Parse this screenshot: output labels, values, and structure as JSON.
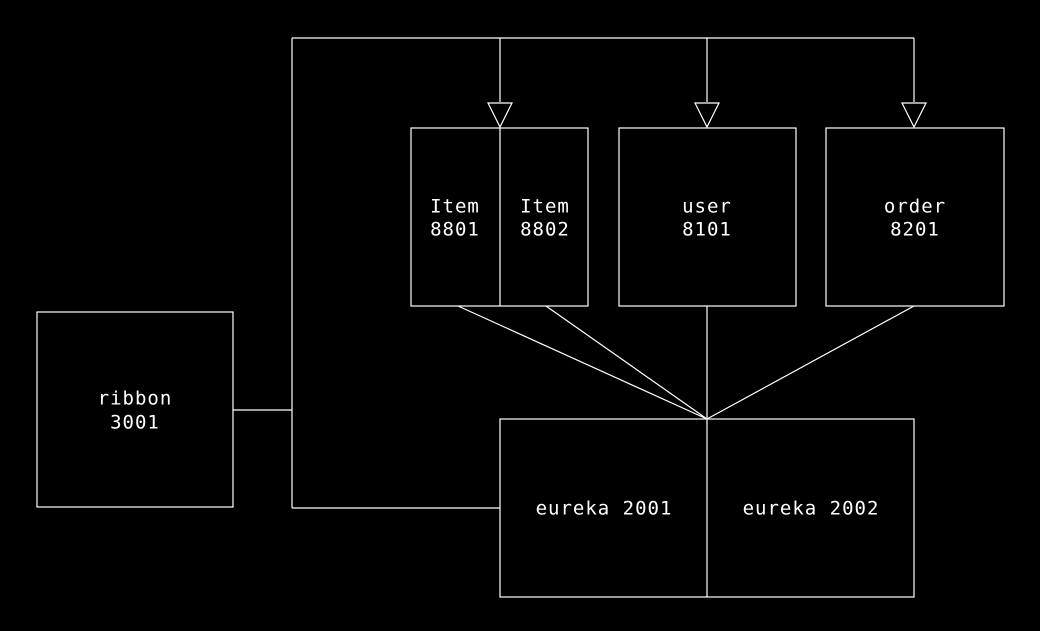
{
  "colors": {
    "background": "#000000",
    "stroke": "#ffffff",
    "text": "#ffffff"
  },
  "nodes": {
    "ribbon": {
      "name": "ribbon",
      "port": "3001"
    },
    "item_8801": {
      "name": "Item",
      "port": "8801"
    },
    "item_8802": {
      "name": "Item",
      "port": "8802"
    },
    "user": {
      "name": "user",
      "port": "8101"
    },
    "order": {
      "name": "order",
      "port": "8201"
    },
    "eureka_2001": {
      "label": "eureka 2001"
    },
    "eureka_2002": {
      "label": "eureka 2002"
    }
  }
}
